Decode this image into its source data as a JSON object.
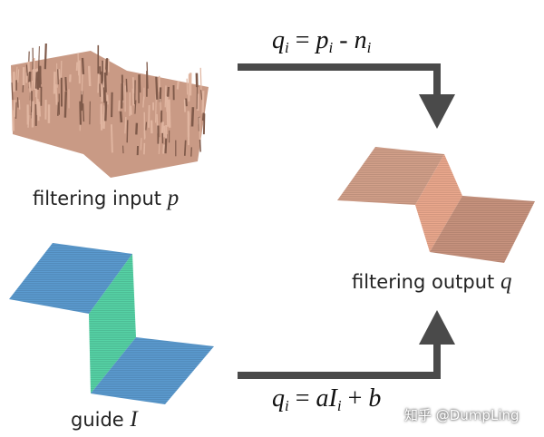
{
  "labels": {
    "input_text": "filtering input",
    "input_var": "p",
    "guide_text": "guide",
    "guide_var": "I",
    "output_text": "filtering output",
    "output_var": "q"
  },
  "equations": {
    "top": {
      "q": "q",
      "i1": "i",
      "eq": " = ",
      "p": "p",
      "i2": "i",
      "op": " - ",
      "n": "n",
      "i3": "i"
    },
    "bottom": {
      "q": "q",
      "i1": "i",
      "eq": " = ",
      "a": "a",
      "I": "I",
      "i2": "i",
      "op": " + ",
      "b": "b"
    }
  },
  "watermark": "知乎 @DumpLing",
  "colors": {
    "noisy_surface": "#c99a85",
    "noisy_dark": "#7f5a4a",
    "output_top": "#d09a84",
    "output_front": "#e9a78c",
    "guide_top": "#5b9bd0",
    "guide_front": "#55d4a8",
    "arrow": "#4a4a4a"
  }
}
